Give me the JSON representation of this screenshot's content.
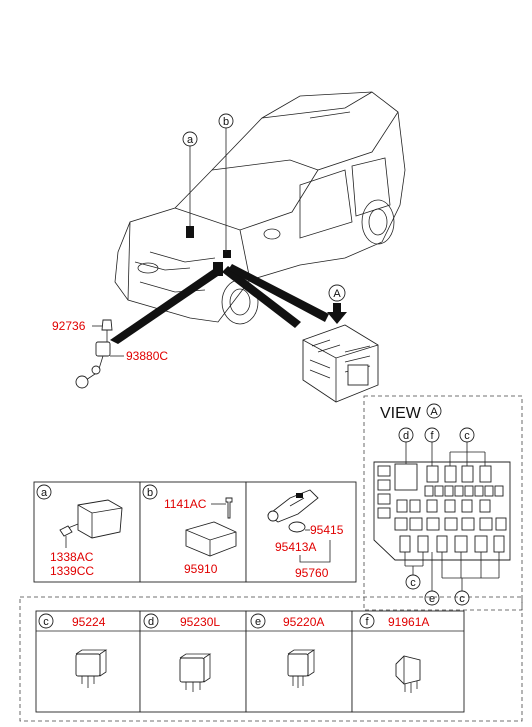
{
  "main_callouts": [
    {
      "text": "a"
    },
    {
      "text": "b"
    },
    {
      "text": "A"
    }
  ],
  "main_parts": [
    "92736",
    "93880C"
  ],
  "view": {
    "word": "VIEW",
    "letter": "A",
    "callouts": [
      "d",
      "f",
      "c",
      "c",
      "e",
      "c"
    ]
  },
  "boxes": {
    "a": {
      "letter": "a",
      "parts": [
        "1338AC",
        "1339CC"
      ]
    },
    "b": {
      "letter": "b",
      "parts": [
        "1141AC",
        "95910"
      ]
    },
    "key": {
      "parts": [
        "95415",
        "95413A",
        "95760"
      ]
    }
  },
  "relays": [
    {
      "letter": "c",
      "part": "95224"
    },
    {
      "letter": "d",
      "part": "95230L"
    },
    {
      "letter": "e",
      "part": "95220A"
    },
    {
      "letter": "f",
      "part": "91961A"
    }
  ],
  "colors": {
    "part_number": "#e00000",
    "line": "#222222"
  }
}
